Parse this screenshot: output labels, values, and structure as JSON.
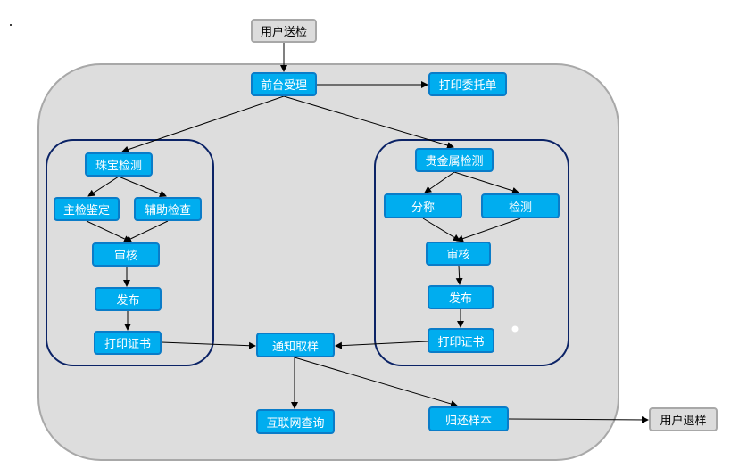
{
  "title": "检测业务流程图",
  "nodes": {
    "user_submit": "用户送检",
    "reception": "前台受理",
    "print_order": "打印委托单",
    "jewelry_test": "珠宝检测",
    "main_appraisal": "主检鉴定",
    "aux_check": "辅助检查",
    "review_left": "审核",
    "publish_left": "发布",
    "print_cert_left": "打印证书",
    "metal_test": "贵金属检测",
    "weighing": "分称",
    "detect": "检测",
    "review_right": "审核",
    "publish_right": "发布",
    "print_cert_right": "打印证书",
    "notify_pickup": "通知取样",
    "internet_query": "互联网查询",
    "return_sample": "归还样本",
    "user_return": "用户退样"
  },
  "colors": {
    "process": "#00adef",
    "process_border": "#0a7cc8",
    "terminal": "#dcdcdc",
    "container": "#dddddd",
    "group_border": "#0b2366"
  }
}
